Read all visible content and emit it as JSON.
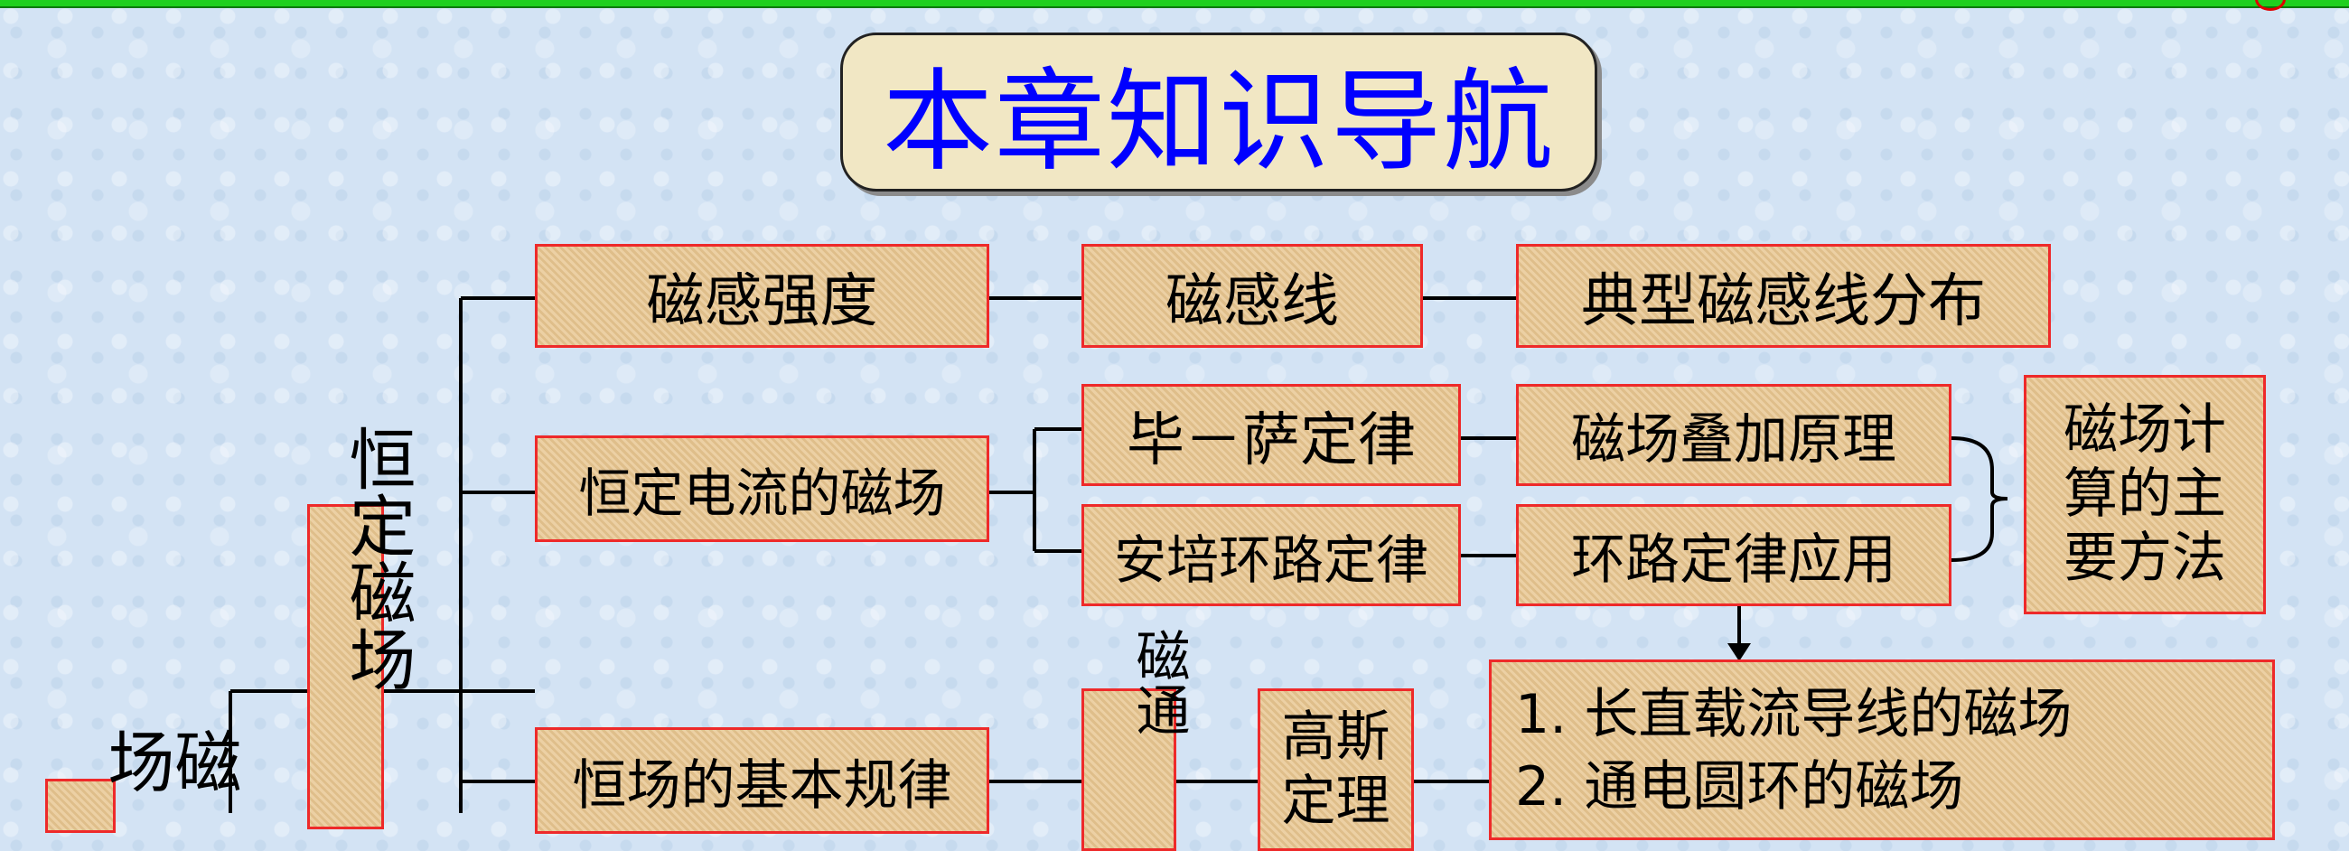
{
  "title": "本章知识导航",
  "nodes": {
    "magnetic_induction_strength": "磁感强度",
    "field_lines": "磁感线",
    "typical_field_lines": "典型磁感线分布",
    "steady_current_field": "恒定电流的磁场",
    "biot_savart": "毕－萨定律",
    "superposition": "磁场叠加原理",
    "ampere_loop_law": "安培环路定律",
    "loop_law_application": "环路定律应用",
    "calc_methods": "磁场计算的主要方法",
    "basic_laws": "恒场的基本规律",
    "gauss_theorem": "高斯定理",
    "constant_field_vertical": "恒定磁场",
    "flux_vertical": "磁通",
    "left_vertical": "磁场"
  },
  "applications": [
    "1. 长直载流导线的磁场",
    "2. 通电圆环的磁场"
  ]
}
